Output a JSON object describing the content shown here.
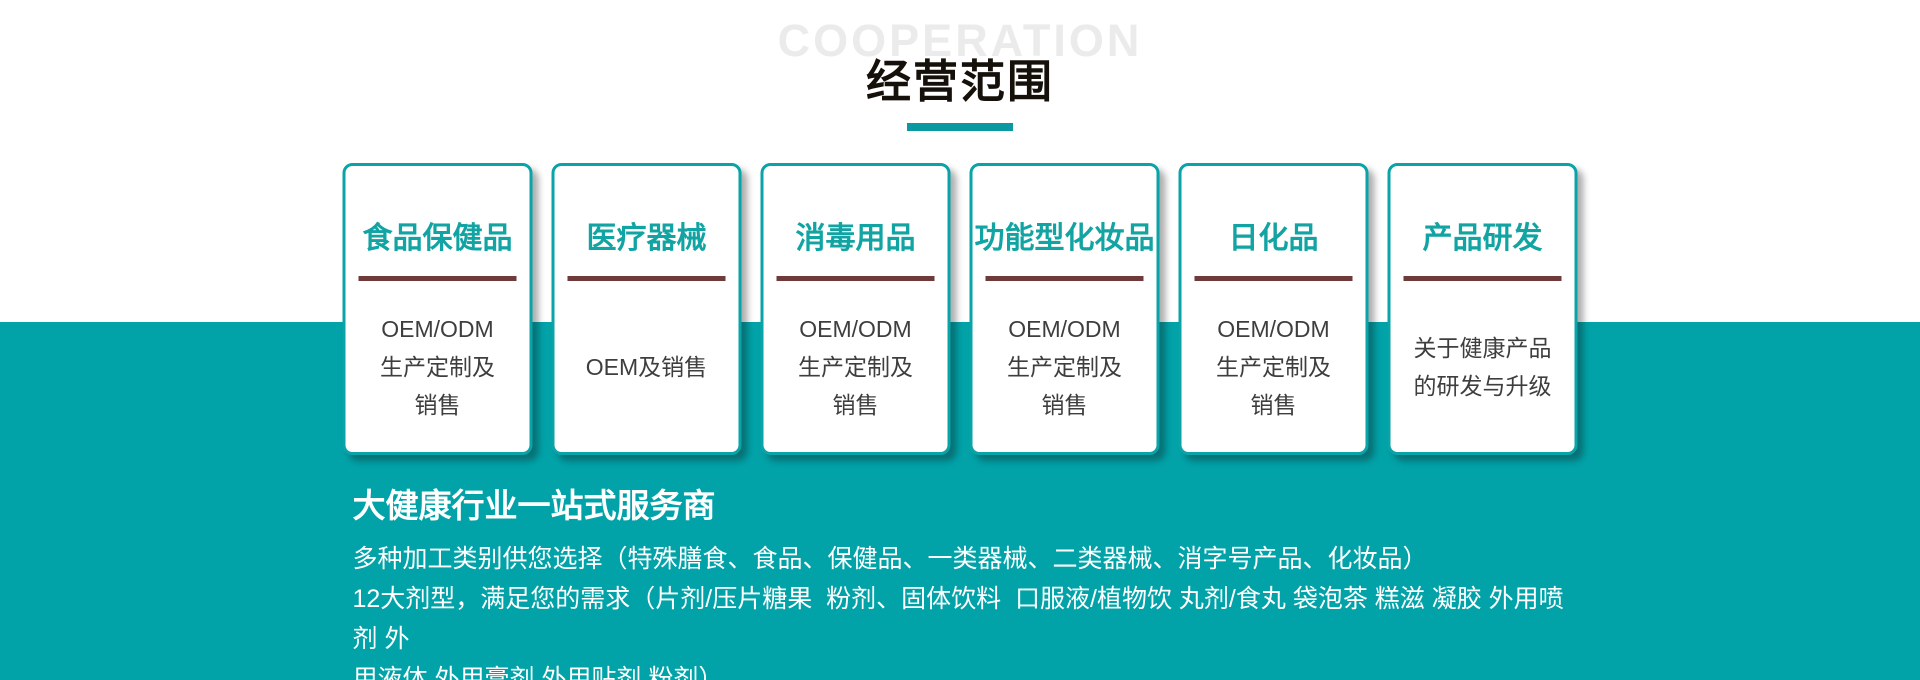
{
  "header": {
    "watermark": "COOPERATION",
    "title": "经营范围"
  },
  "cards": [
    {
      "title": "食品保健品",
      "lines": [
        "OEM/ODM",
        "生产定制及",
        "销售"
      ]
    },
    {
      "title": "医疗器械",
      "lines": [
        "OEM及销售"
      ]
    },
    {
      "title": "消毒用品",
      "lines": [
        "OEM/ODM",
        "生产定制及",
        "销售"
      ]
    },
    {
      "title": "功能型化妆品",
      "lines": [
        "OEM/ODM",
        "生产定制及",
        "销售"
      ]
    },
    {
      "title": "日化品",
      "lines": [
        "OEM/ODM",
        "生产定制及",
        "销售"
      ]
    },
    {
      "title": "产品研发",
      "lines": [
        "关于健康产品",
        "的研发与升级"
      ]
    }
  ],
  "bottom": {
    "heading": "大健康行业一站式服务商",
    "lines": [
      "多种加工类别供您选择（特殊膳食、食品、保健品、一类器械、二类器械、消字号产品、化妆品）",
      "12大剂型，满足您的需求（片剂/压片糖果  粉剂、固体饮料  口服液/植物饮 丸剂/食丸 袋泡茶 糕滋 凝胶 外用喷剂 外",
      "用液体 外用膏剂 外用贴剂 粉剂）"
    ]
  },
  "colors": {
    "teal_band": "#01a3a9",
    "card_border": "#0aa3a8",
    "card_title": "#12a3a3",
    "title_underline": "#6e3a3a",
    "card_text": "#3e3e3e",
    "heading_text": "#151009",
    "watermark": "#ebebeb",
    "divider": "#0c98a0"
  }
}
